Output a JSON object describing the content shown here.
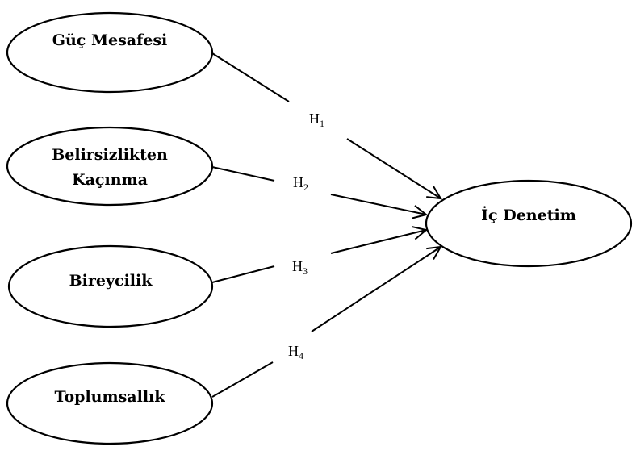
{
  "nodes": {
    "guc_mesafesi": {
      "label": "Güç Mesafesi"
    },
    "belirsizlikten": {
      "label_line1": "Belirsizlikten",
      "label_line2": "Kaçınma"
    },
    "bireycilik": {
      "label": "Bireycilik"
    },
    "toplumsallik": {
      "label": "Toplumsallık"
    },
    "ic_denetim": {
      "label": "İç Denetim"
    }
  },
  "hypotheses": [
    {
      "letter": "H",
      "index": "1"
    },
    {
      "letter": "H",
      "index": "2"
    },
    {
      "letter": "H",
      "index": "3"
    },
    {
      "letter": "H",
      "index": "4"
    }
  ],
  "colors": {
    "stroke": "#000000",
    "background": "#ffffff"
  }
}
